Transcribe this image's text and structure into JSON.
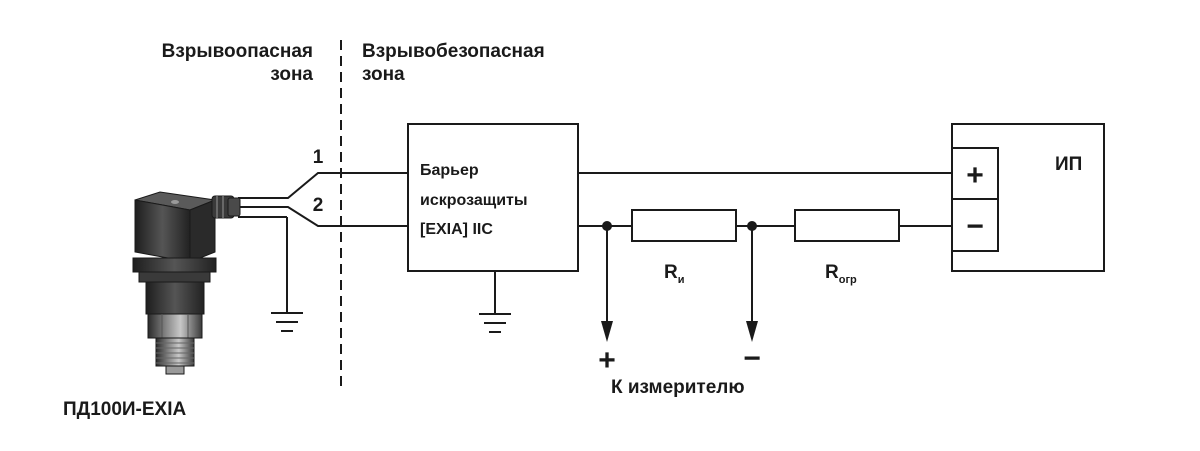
{
  "zones": {
    "hazardous_line1": "Взрывоопасная",
    "hazardous_line2": "зона",
    "safe_line1": "Взрывобезопасная",
    "safe_line2": "зона"
  },
  "wires": {
    "wire1": "1",
    "wire2": "2"
  },
  "barrier": {
    "line1": "Барьер",
    "line2": "искрозащиты",
    "line3": "[EXIA] IIC"
  },
  "power_supply": {
    "label": "ИП",
    "plus": "+",
    "minus": "−"
  },
  "resistors": {
    "r_meas": {
      "main": "R",
      "sub": "и"
    },
    "r_limit": {
      "main": "R",
      "sub": "огр"
    }
  },
  "meter": {
    "plus": "+",
    "minus": "−",
    "label": "К измерителю"
  },
  "sensor": {
    "label": "ПД100И-EXIA"
  },
  "colors": {
    "ink": "#1a1a1a",
    "sensor_body": "#3a3a3a",
    "background": "#ffffff"
  }
}
